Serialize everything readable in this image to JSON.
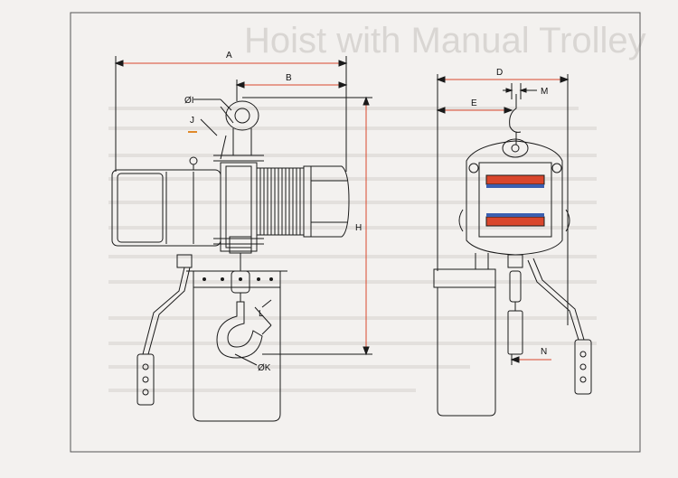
{
  "background_title": "Hoist with Manual Trolley",
  "dimension_labels": {
    "A": "A",
    "B": "B",
    "D": "D",
    "E": "E",
    "H": "H",
    "I": "ØI",
    "J": "J",
    "K": "ØK",
    "L": "L",
    "M": "M",
    "N": "N"
  },
  "colors": {
    "motor_red": "#d9462c",
    "motor_blue": "#3b5fb0",
    "line": "#1a1a1a"
  }
}
